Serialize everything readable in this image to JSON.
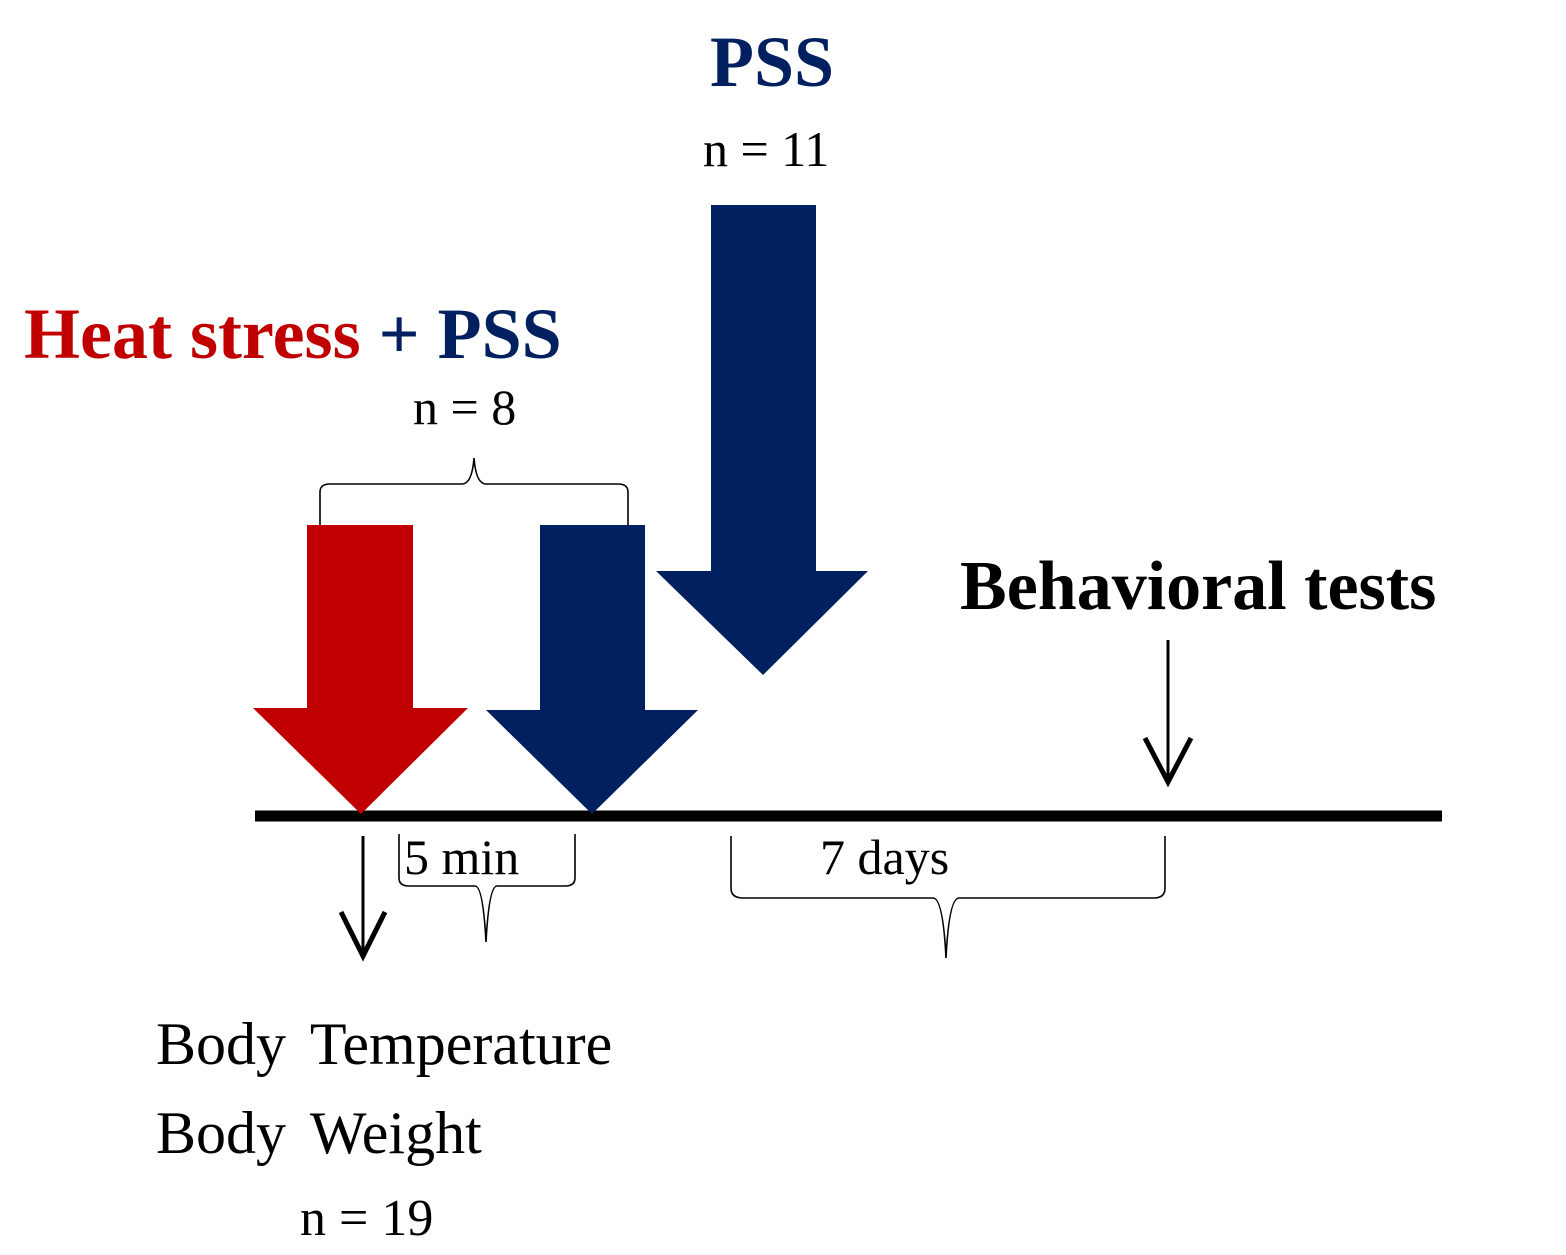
{
  "colors": {
    "heat": "#c00000",
    "pss": "#002060",
    "ink": "#000000"
  },
  "labels": {
    "pss_title": "PSS",
    "pss_n": "n = 11",
    "heat_stress": "Heat stress",
    "plus": "+",
    "combo_pss": "PSS",
    "combo_n": "n = 8",
    "behavioral": "Behavioral tests",
    "interval_short": "5 min",
    "interval_long": "7 days",
    "measure_temp": "Body Temperature",
    "measure_weight": "Body Weight",
    "measure_n": "n = 19"
  }
}
